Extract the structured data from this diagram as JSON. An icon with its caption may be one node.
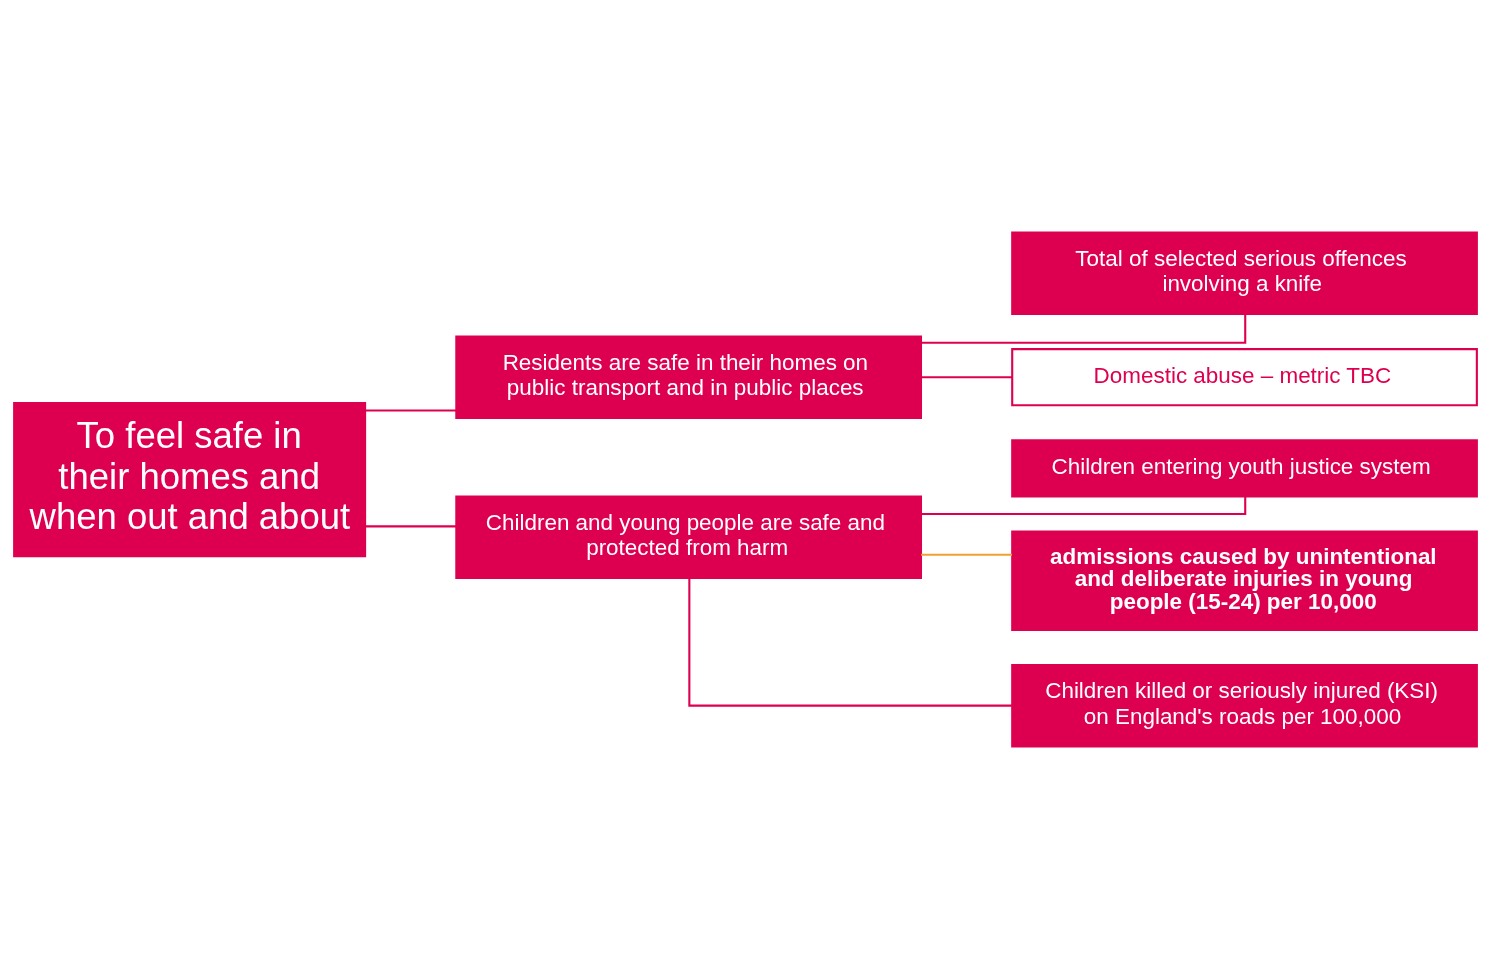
{
  "diagram": {
    "nodes": [
      {
        "text": [
          "To feel safe in their homes and when out and about"
        ]
      },
      {
        "text": [
          "Residents are safe in their homes on public transport and in public places"
        ]
      },
      {
        "text": [
          "Children and young people are safe and protected from harm"
        ]
      },
      {
        "text": [
          "Total of selected serious offences involving a knife"
        ]
      },
      {
        "text": [
          "Domestic abuse – metric TBC"
        ]
      },
      {
        "text": [
          "Children entering youth justice system"
        ]
      },
      {
        "text": [
          "admissions caused by unintentional and deliberate injuries in young people (15-24) per 10,000"
        ]
      },
      {
        "text": [
          "Children killed or seriously injured (KSI) on England's roads per 100,000"
        ]
      }
    ],
    "edges": [
      {
        "from": 0,
        "to": 1,
        "arrow": "none"
      },
      {
        "from": 0,
        "to": 2,
        "arrow": "none"
      },
      {
        "from": 1,
        "to": 3,
        "arrow": "none"
      },
      {
        "from": 1,
        "to": 4,
        "arrow": "none"
      },
      {
        "from": 2,
        "to": 5,
        "arrow": "none"
      },
      {
        "from": 2,
        "to": 6,
        "arrow": "none",
        "color": "#f0a030"
      },
      {
        "from": 2,
        "to": 7,
        "arrow": "none"
      }
    ]
  }
}
